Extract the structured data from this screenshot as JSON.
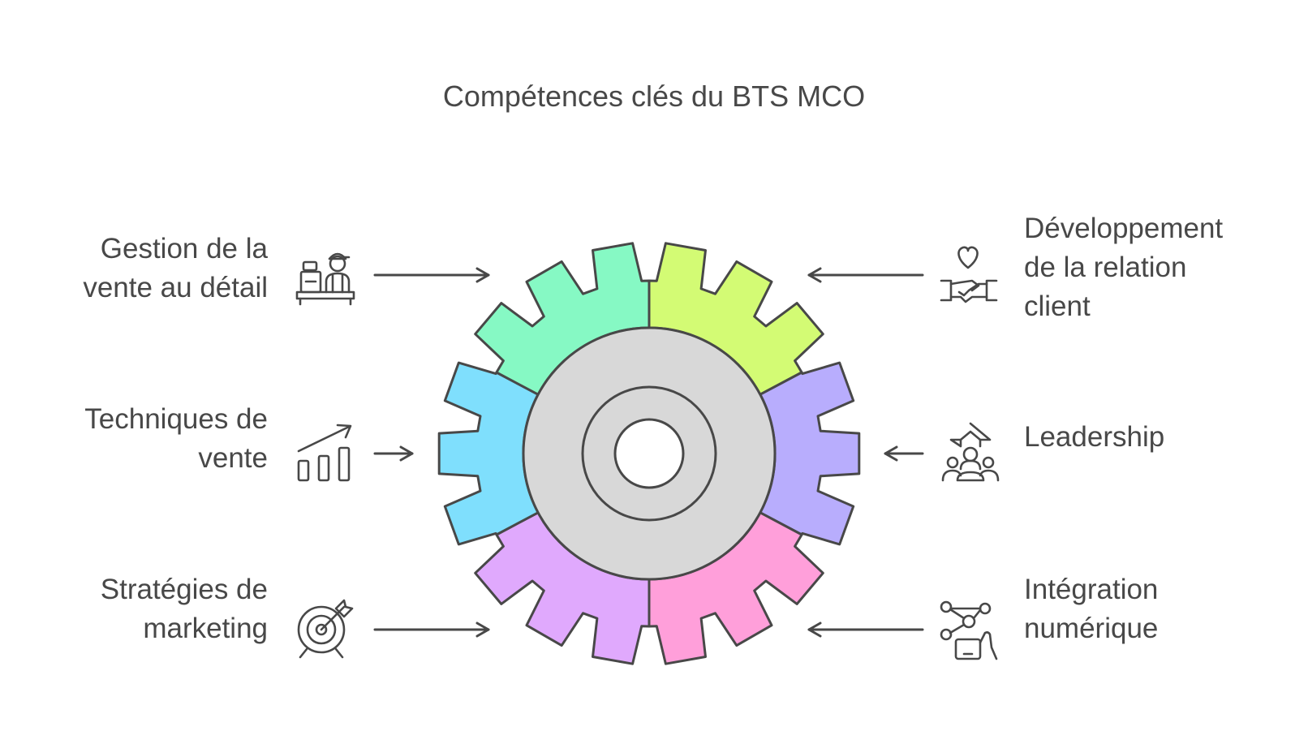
{
  "title": "Compétences clés du BTS MCO",
  "items": [
    {
      "id": "retail",
      "lines": [
        "Gestion de la",
        "vente au détail"
      ],
      "icon": "cashier-icon",
      "color": "#86f9c4",
      "side": "left"
    },
    {
      "id": "techniques",
      "lines": [
        "Techniques de",
        "vente"
      ],
      "icon": "growth-chart-icon",
      "color": "#7fdffd",
      "side": "left"
    },
    {
      "id": "marketing",
      "lines": [
        "Stratégies de",
        "marketing"
      ],
      "icon": "target-arrow-icon",
      "color": "#e0a9fd",
      "side": "left"
    },
    {
      "id": "relation",
      "lines": [
        "Développement",
        "de la relation",
        "client"
      ],
      "icon": "handshake-heart-icon",
      "color": "#d3fb74",
      "side": "right"
    },
    {
      "id": "leadership",
      "lines": [
        "Leadership"
      ],
      "icon": "team-leader-icon",
      "color": "#b8adfd",
      "side": "right"
    },
    {
      "id": "digital",
      "lines": [
        "Intégration",
        "numérique"
      ],
      "icon": "digital-network-icon",
      "color": "#ff9fda",
      "side": "right"
    }
  ],
  "colors": {
    "stroke": "#484848",
    "hub": "#d8d8d8",
    "text": "#484848"
  }
}
